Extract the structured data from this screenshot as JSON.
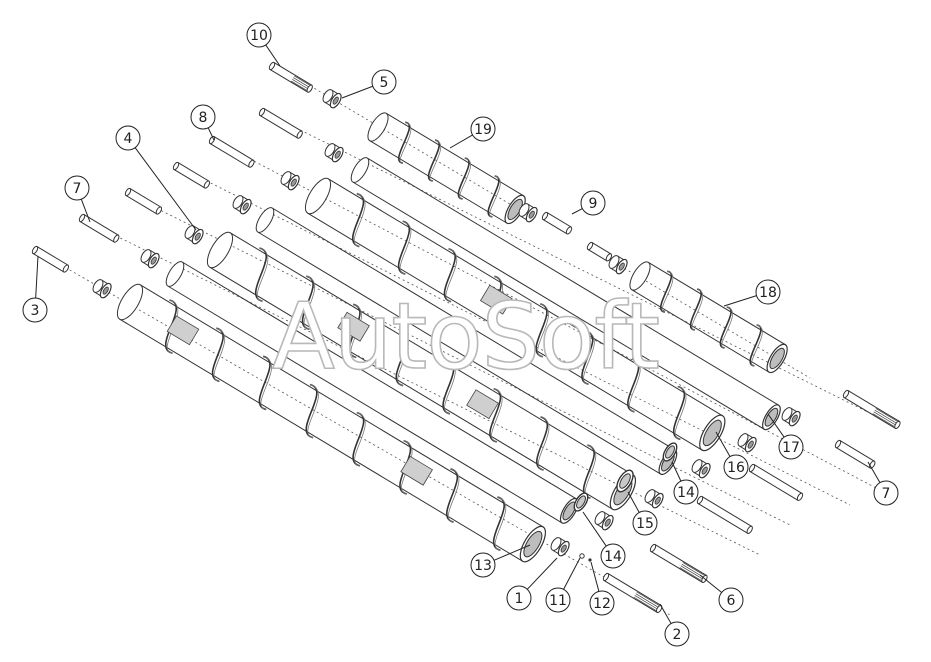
{
  "watermark": "AutoSoft",
  "callouts": [
    {
      "n": "1"
    },
    {
      "n": "2"
    },
    {
      "n": "3"
    },
    {
      "n": "4"
    },
    {
      "n": "5"
    },
    {
      "n": "6"
    },
    {
      "n": "7"
    },
    {
      "n": "7"
    },
    {
      "n": "8"
    },
    {
      "n": "9"
    },
    {
      "n": "10"
    },
    {
      "n": "11"
    },
    {
      "n": "12"
    },
    {
      "n": "13"
    },
    {
      "n": "14"
    },
    {
      "n": "14"
    },
    {
      "n": "15"
    },
    {
      "n": "16"
    },
    {
      "n": "17"
    },
    {
      "n": "18"
    },
    {
      "n": "19"
    }
  ]
}
